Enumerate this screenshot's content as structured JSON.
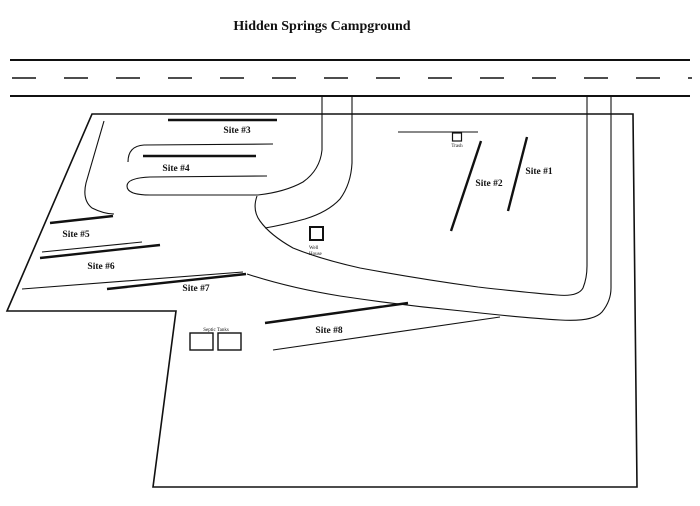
{
  "title": "Hidden Springs Campground",
  "sites": [
    {
      "label": "Site #1"
    },
    {
      "label": "Site #2"
    },
    {
      "label": "Site #3"
    },
    {
      "label": "Site #4"
    },
    {
      "label": "Site #5"
    },
    {
      "label": "Site #6"
    },
    {
      "label": "Site #7"
    },
    {
      "label": "Site #8"
    }
  ],
  "facilities": {
    "trash": {
      "label": "Trash"
    },
    "well_house": {
      "label": "Well House",
      "lines": [
        "Well",
        "House"
      ]
    },
    "septic_tanks": {
      "label": "Septic Tanks"
    }
  },
  "colors": {
    "ink": "#111111",
    "background": "#ffffff",
    "road_centerline": "#4d4d4d"
  }
}
